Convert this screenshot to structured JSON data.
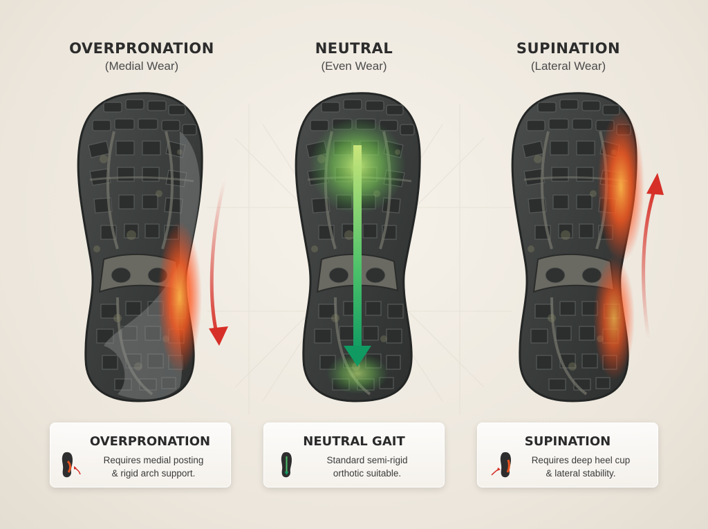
{
  "columns": [
    {
      "title": "OVERPRONATION",
      "subtitle": "(Medial Wear)",
      "card_title": "OVERPRONATION",
      "card_line1": "Requires medial posting",
      "card_line2": "& rigid arch support.",
      "wear_color": "#ff5a1f",
      "arrow_color": "#d62f27"
    },
    {
      "title": "NEUTRAL",
      "subtitle": "(Even Wear)",
      "card_title": "NEUTRAL GAIT",
      "card_line1": "Standard semi-rigid",
      "card_line2": "orthotic suitable.",
      "wear_color": "#7ed957",
      "arrow_color": "#109a62"
    },
    {
      "title": "SUPINATION",
      "subtitle": "(Lateral Wear)",
      "card_title": "SUPINATION",
      "card_line1": "Requires deep heel cup",
      "card_line2": "& lateral stability.",
      "wear_color": "#ff5a1f",
      "arrow_color": "#d62f27"
    }
  ],
  "icons": [
    "foot-medial-icon",
    "foot-neutral-icon",
    "foot-lateral-icon"
  ]
}
